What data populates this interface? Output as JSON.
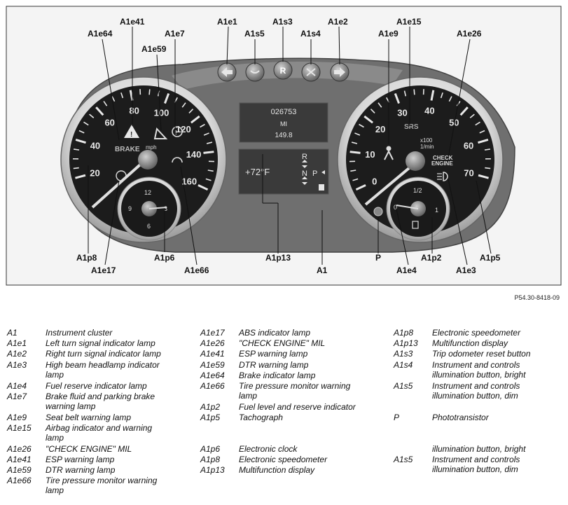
{
  "figure_ref": "P54.30-8418-09",
  "callouts": {
    "A1e64": "A1e64",
    "A1e41": "A1e41",
    "A1e7": "A1e7",
    "A1e59": "A1e59",
    "A1e1": "A1e1",
    "A1s5": "A1s5",
    "A1s3": "A1s3",
    "A1s4": "A1s4",
    "A1e2": "A1e2",
    "A1e9": "A1e9",
    "A1e15": "A1e15",
    "A1e26": "A1e26",
    "A1p8": "A1p8",
    "A1e17": "A1e17",
    "A1p6": "A1p6",
    "A1e66": "A1e66",
    "A1p13": "A1p13",
    "A1": "A1",
    "P": "P",
    "A1e4": "A1e4",
    "A1p2": "A1p2",
    "A1e3": "A1e3",
    "A1p5": "A1p5"
  },
  "cluster": {
    "speedo_ticks": [
      "20",
      "40",
      "60",
      "80",
      "100",
      "120",
      "140",
      "160"
    ],
    "speedo_unit": "mph",
    "brake_label": "BRAKE",
    "tacho_ticks": [
      "0",
      "10",
      "20",
      "30",
      "40",
      "50",
      "60",
      "70"
    ],
    "tacho_unit_top": "x100",
    "tacho_unit_bottom": "1/min",
    "srs_label": "SRS",
    "check_engine_1": "CHECK",
    "check_engine_2": "ENGINE",
    "clock_12": "12",
    "clock_3": "3",
    "clock_6": "6",
    "clock_9": "9",
    "fuel_half": "1/2",
    "fuel_full": "1",
    "fuel_empty": "0",
    "odometer": "026753",
    "odo_unit": "MI",
    "trip": "149.8",
    "outside_temp": "+72°F",
    "gear_r": "R",
    "gear_n": "N",
    "gear_p": "P",
    "button_r": "R"
  },
  "legend": {
    "col1": [
      {
        "code": "A1",
        "desc": "Instrument cluster"
      },
      {
        "code": "A1e1",
        "desc": "Left turn signal indicator lamp"
      },
      {
        "code": "A1e2",
        "desc": "Right turn signal indicator lamp"
      },
      {
        "code": "A1e3",
        "desc": "High beam headlamp indicator lamp"
      },
      {
        "code": "A1e4",
        "desc": "Fuel reserve indicator lamp"
      },
      {
        "code": "A1e7",
        "desc": "Brake fluid and parking brake warning lamp"
      },
      {
        "code": "A1e9",
        "desc": "Seat belt warning lamp"
      },
      {
        "code": "A1e15",
        "desc": "Airbag indicator and warning lamp"
      },
      {
        "code": "A1e26",
        "desc": "\"CHECK ENGINE\" MIL"
      },
      {
        "code": "A1e41",
        "desc": "ESP warning lamp"
      },
      {
        "code": "A1e59",
        "desc": "DTR warning lamp"
      },
      {
        "code": "A1e66",
        "desc": "Tire pressure monitor warning lamp"
      }
    ],
    "col2": [
      {
        "code": "A1e17",
        "desc": "ABS indicator lamp"
      },
      {
        "code": "A1e26",
        "desc": "\"CHECK ENGINE\" MIL"
      },
      {
        "code": "A1e41",
        "desc": "ESP warning lamp"
      },
      {
        "code": "A1e59",
        "desc": "DTR warning lamp"
      },
      {
        "code": "A1e64",
        "desc": "Brake indicator lamp"
      },
      {
        "code": "A1e66",
        "desc": "Tire pressure monitor warning lamp"
      },
      {
        "code": "A1p2",
        "desc": "Fuel level and reserve indicator"
      },
      {
        "code": "A1p5",
        "desc": "Tachograph"
      },
      {
        "code": "A1p6",
        "desc": "Electronic clock"
      },
      {
        "code": "A1p8",
        "desc": "Electronic speedometer"
      },
      {
        "code": "A1p13",
        "desc": "Multifunction display"
      }
    ],
    "col3": [
      {
        "code": "A1p8",
        "desc": "Electronic speedometer"
      },
      {
        "code": "A1p13",
        "desc": "Multifunction display"
      },
      {
        "code": "A1s3",
        "desc": "Trip odometer reset button"
      },
      {
        "code": "A1s4",
        "desc": "Instrument and controls illumination button, bright"
      },
      {
        "code": "A1s5",
        "desc": "Instrument and controls illumination button, dim"
      },
      {
        "code": "P",
        "desc": "Phototransistor"
      },
      {
        "code": "",
        "desc": "illumination button, bright"
      },
      {
        "code": "A1s5",
        "desc": "Instrument and controls illumination button, dim"
      }
    ]
  }
}
